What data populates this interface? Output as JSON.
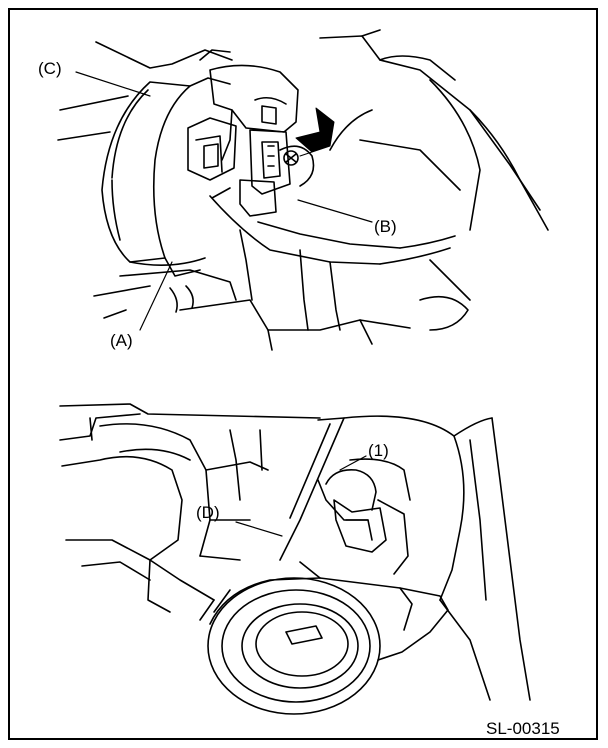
{
  "labels": {
    "c": "(C)",
    "b": "(B)",
    "a": "(A)",
    "one": "(1)",
    "d": "(D)"
  },
  "code": "SL-00315"
}
